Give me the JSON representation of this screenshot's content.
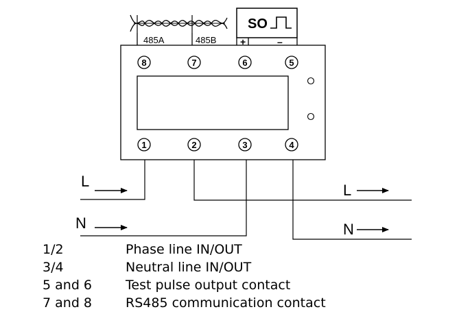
{
  "terminals": {
    "top": [
      "8",
      "7",
      "6",
      "5"
    ],
    "bottom": [
      "1",
      "2",
      "3",
      "4"
    ]
  },
  "header_labels": {
    "a": "485A",
    "b": "485B",
    "plus": "+",
    "minus": "–"
  },
  "so_box": {
    "label": "SO"
  },
  "wires": {
    "left_l": "L",
    "left_n": "N",
    "right_l": "L",
    "right_n": "N"
  },
  "legend": [
    {
      "key": "1/2",
      "desc": "Phase line IN/OUT"
    },
    {
      "key": "3/4",
      "desc": "Neutral line IN/OUT"
    },
    {
      "key": "5 and 6",
      "desc": "Test pulse output contact"
    },
    {
      "key": "7 and 8",
      "desc": "RS485 communication contact"
    }
  ]
}
